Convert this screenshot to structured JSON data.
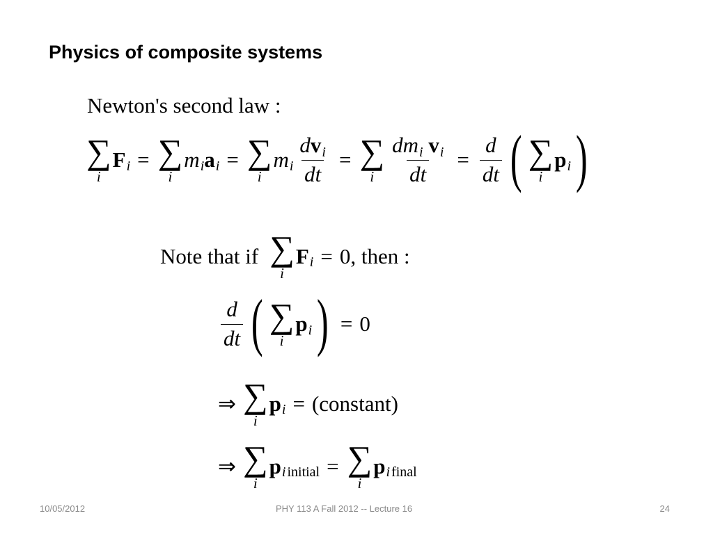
{
  "slide": {
    "title": "Physics of composite systems",
    "intro": "Newton's second law :",
    "note_prefix": "Note that if",
    "note_suffix": "0,  then :",
    "constant_text": "(constant)",
    "initial_label": "initial",
    "final_label": "final"
  },
  "footer": {
    "date": "10/05/2012",
    "course": "PHY 113 A  Fall 2012 -- Lecture 16",
    "page": "24"
  },
  "colors": {
    "background": "#ffffff",
    "text": "#000000",
    "footer_text": "#8a8a8a"
  }
}
